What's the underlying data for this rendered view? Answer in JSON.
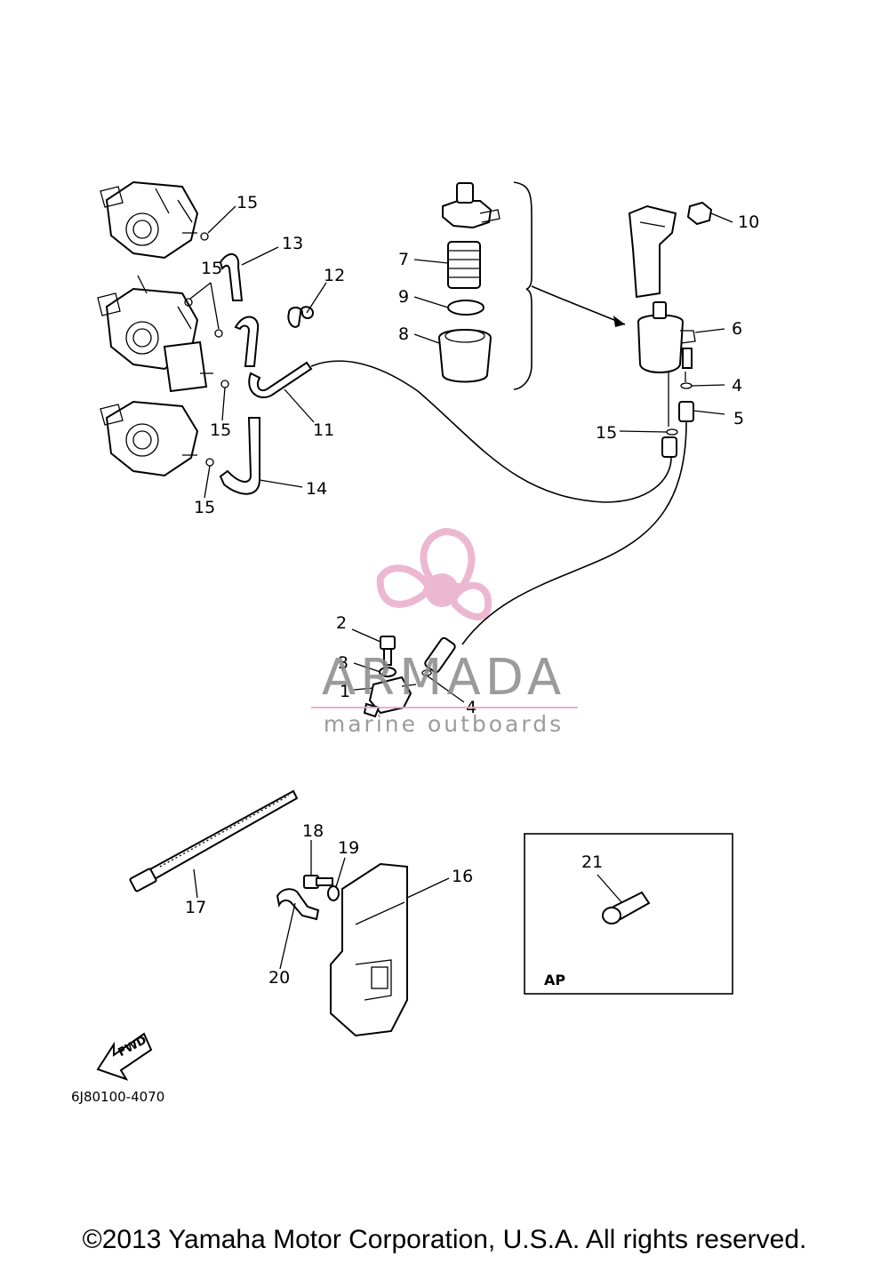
{
  "callouts": {
    "c1": "1",
    "c2": "2",
    "c3": "3",
    "c4a": "4",
    "c4b": "4",
    "c5": "5",
    "c6": "6",
    "c7": "7",
    "c8": "8",
    "c9": "9",
    "c10": "10",
    "c11": "11",
    "c12": "12",
    "c13": "13",
    "c14": "14",
    "c15a": "15",
    "c15b": "15",
    "c15c": "15",
    "c15d": "15",
    "c15e": "15",
    "c16": "16",
    "c17": "17",
    "c18": "18",
    "c19": "19",
    "c20": "20",
    "c21": "21"
  },
  "inset_label": "AP",
  "fwd_label": "FWD",
  "part_code": "6J80100-4070",
  "copyright": "©2013 Yamaha Motor Corporation, U.S.A. All rights reserved.",
  "watermark": {
    "brand": "ARMADA",
    "tagline": "marine outboards",
    "accent_color": "#e8a7c6",
    "text_color": "#8a8a8a"
  }
}
